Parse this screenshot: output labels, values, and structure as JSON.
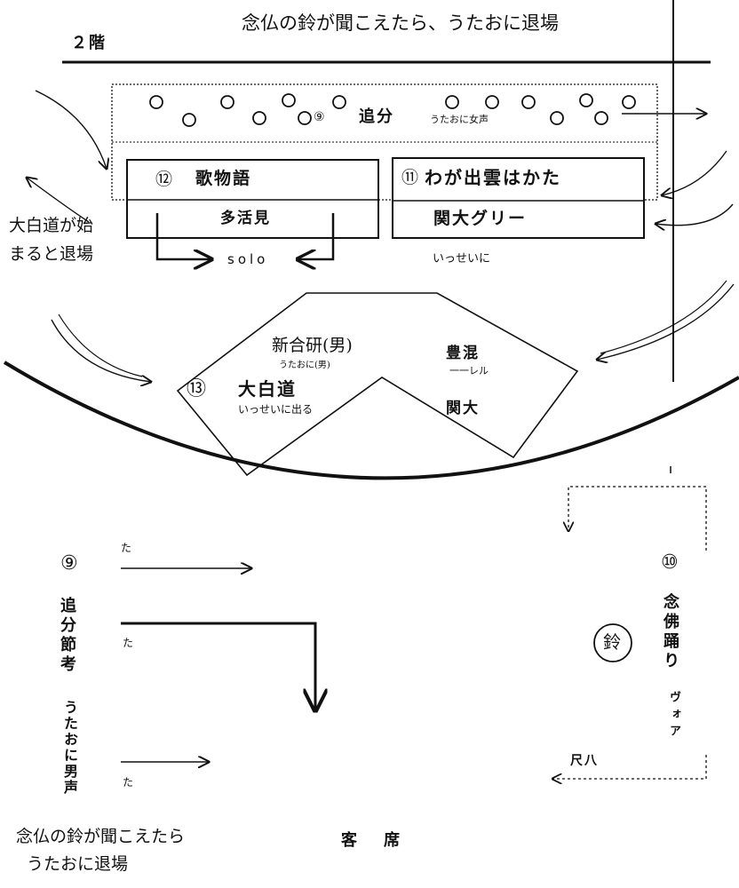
{
  "title": "念仏の鈴が聞こえたら、うたおに退場",
  "floor": "２階",
  "upper_row": {
    "number": "⑨",
    "label": "追分",
    "sub": "うたおに女声"
  },
  "box_left": {
    "number": "⑫",
    "label": "歌物語",
    "group": "多活見"
  },
  "box_right": {
    "number": "⑪",
    "label": "わが出雲はかた",
    "group": "関大グリー"
  },
  "solo": "solo",
  "issei": "いっせいに",
  "left_note": "大白道が始まると退場",
  "center_upper": {
    "label": "新合研(男)",
    "sub": "うたおに(男)"
  },
  "center_right_top": {
    "label": "豊混",
    "sub": "一一レル"
  },
  "center_right_bottom": "関大",
  "center_left": {
    "number": "⑬",
    "label": "大白道",
    "sub": "いっせいに出る"
  },
  "num9": "⑨",
  "oiwake_vertical": "追分節考",
  "ta": [
    "た",
    "た",
    "た"
  ],
  "utaoni_vertical": "うたおに男声",
  "num10": "⑩",
  "nenbutsu_vertical": "念佛踊り",
  "voice_vertical": "ヴォア",
  "bell": "鈴",
  "shakuhachi": "尺八",
  "bottom_note_1": "念仏の鈴が聞こえたら",
  "bottom_note_2": "うたおに退場",
  "audience": "客　席"
}
